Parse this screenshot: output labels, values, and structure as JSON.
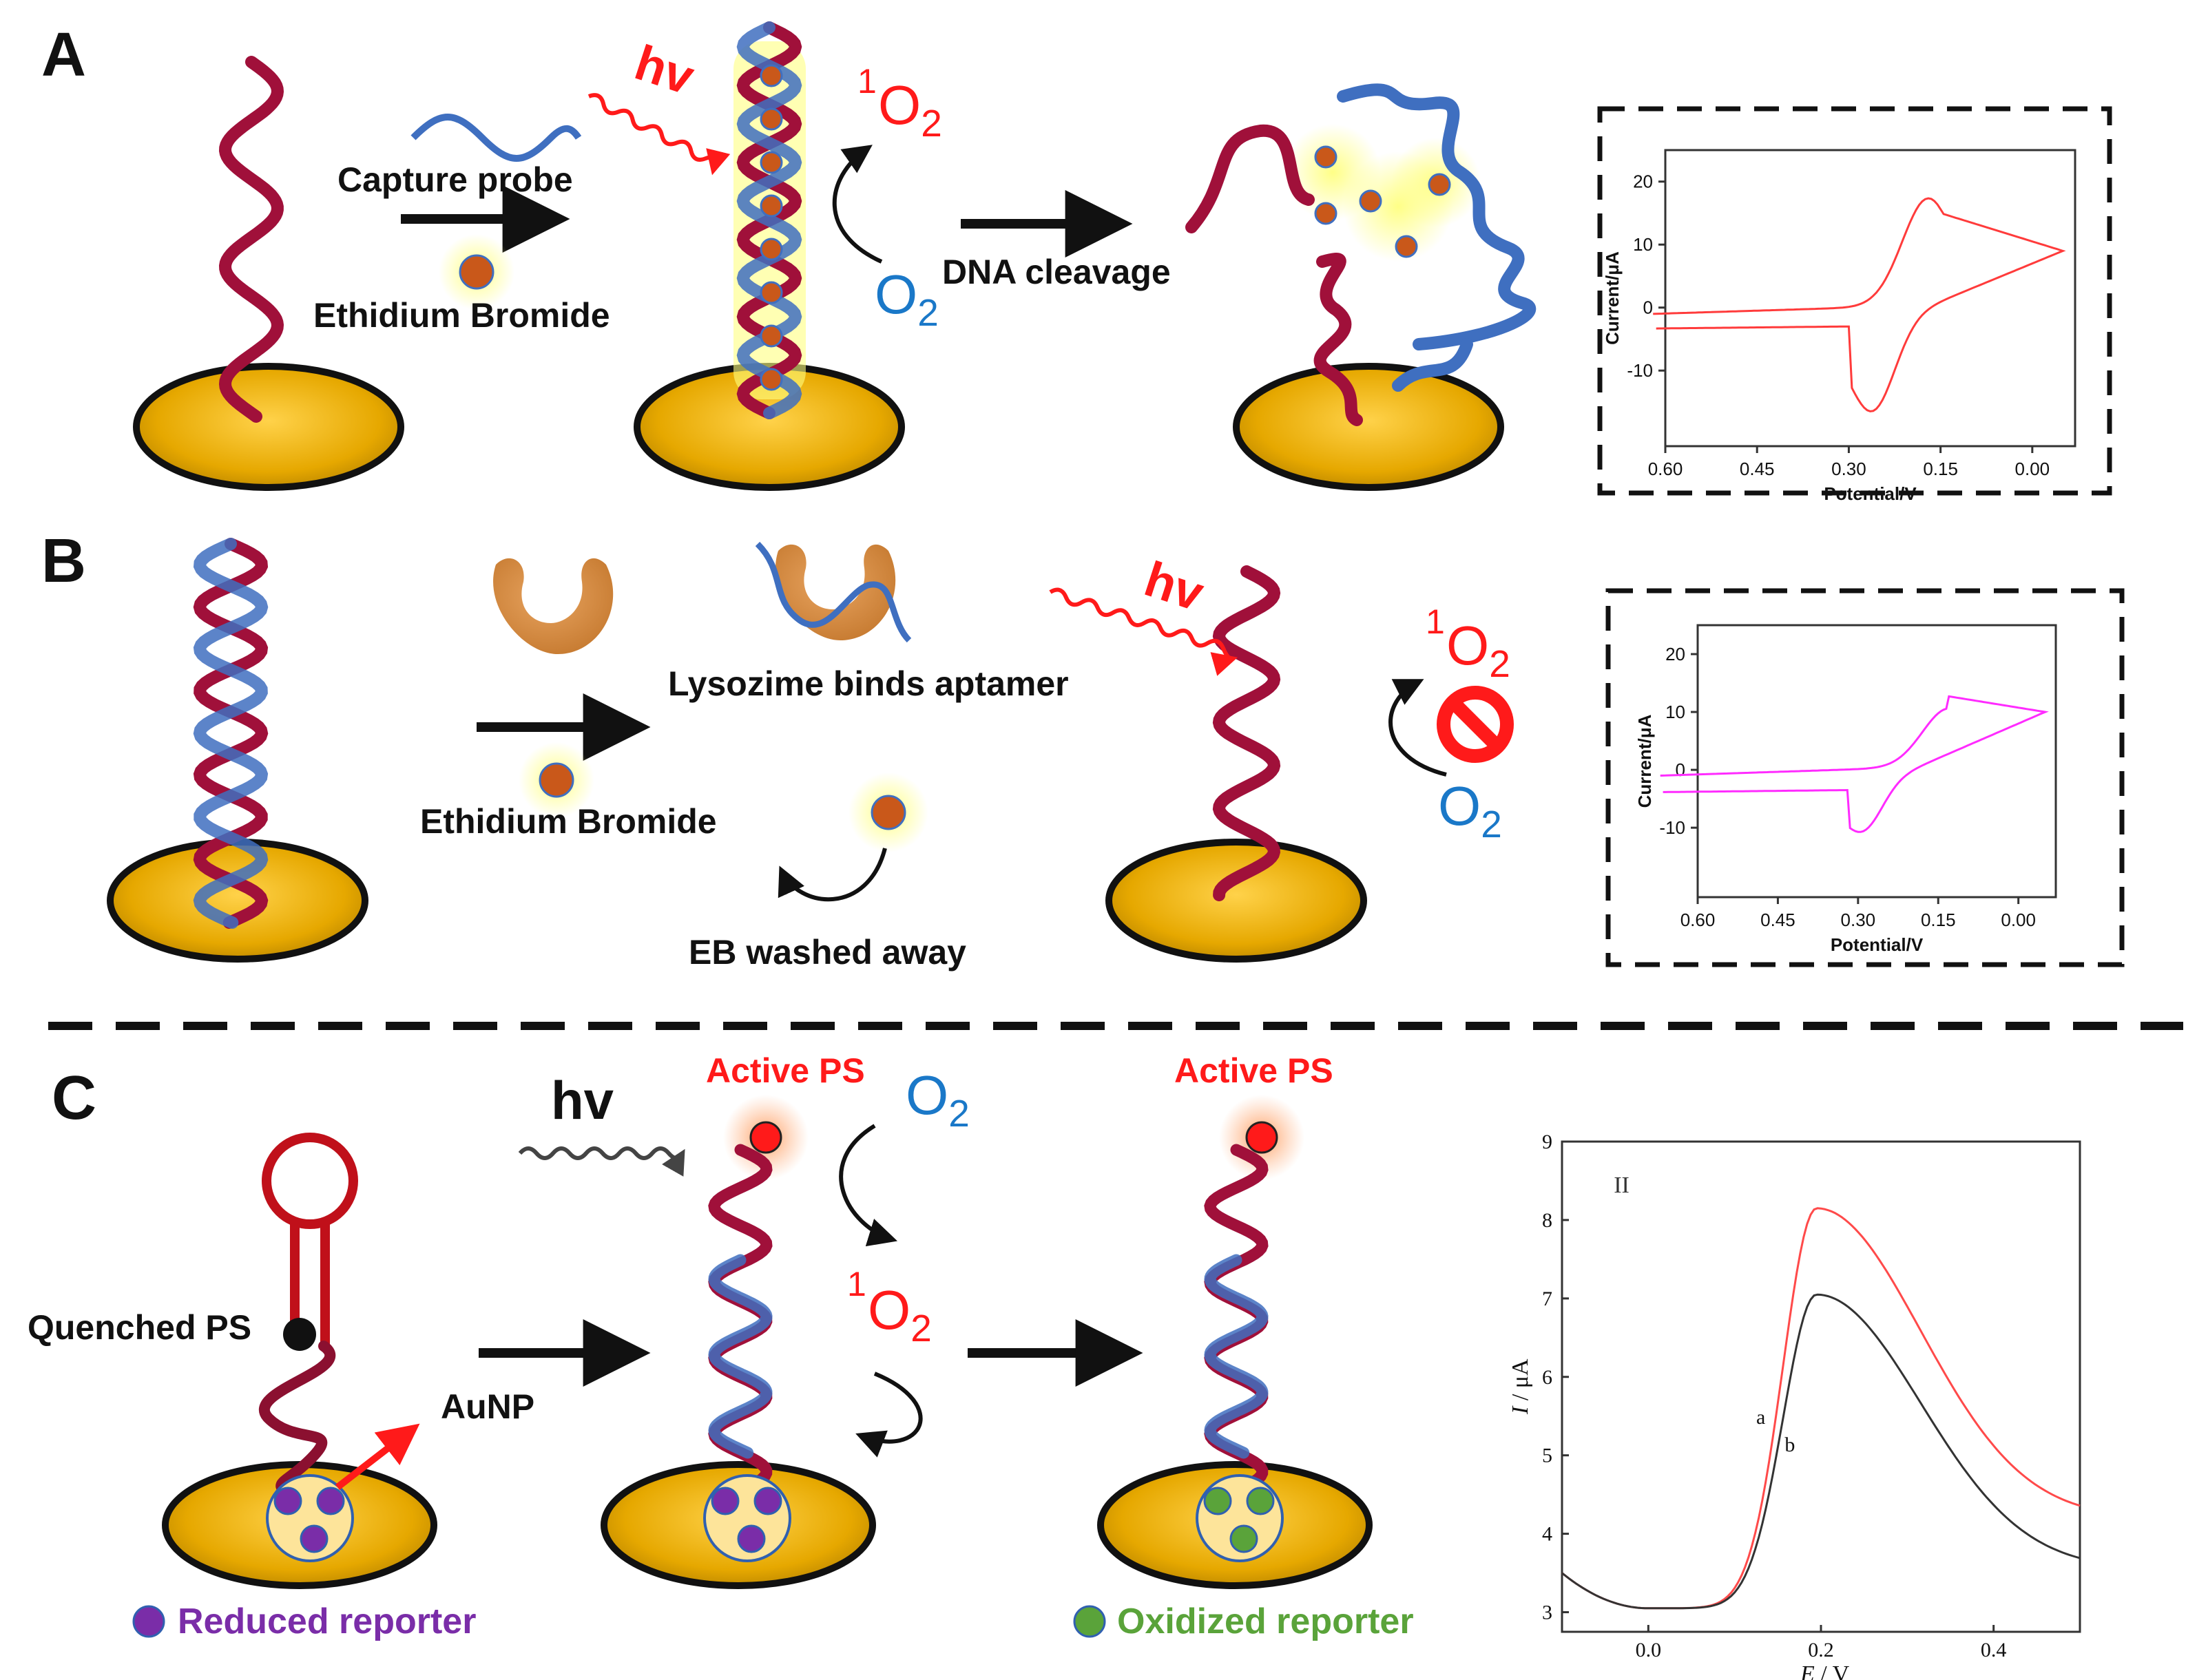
{
  "panels": {
    "a": {
      "letter": "A",
      "capture_probe": "Capture probe",
      "ethidium_bromide": "Ethidium Bromide",
      "hv": "hv",
      "singlet_o2_sup": "1",
      "singlet_o2": "O2",
      "o2": "O2",
      "dna_cleavage": "DNA cleavage",
      "cv": {
        "ylabel": "Current/μA",
        "xlabel": "Potential/V",
        "yticks": [
          "20",
          "10",
          "0",
          "-10"
        ],
        "xticks": [
          "0.60",
          "0.45",
          "0.30",
          "0.15",
          "0.00"
        ],
        "color": "#ff3b3b"
      }
    },
    "b": {
      "letter": "B",
      "lysozyme_binds_aptamer": "Lysozime binds aptamer",
      "ethidium_bromide": "Ethidium Bromide",
      "eb_washed_away": "EB washed away",
      "hv": "hv",
      "singlet_o2_sup": "1",
      "singlet_o2": "O2",
      "o2": "O2",
      "cv": {
        "ylabel": "Current/μA",
        "xlabel": "Potential/V",
        "yticks": [
          "20",
          "10",
          "0",
          "-10"
        ],
        "xticks": [
          "0.60",
          "0.45",
          "0.30",
          "0.15",
          "0.00"
        ],
        "color": "#ff2bff"
      }
    },
    "c": {
      "letter": "C",
      "hv": "hv",
      "active_ps_1": "Active PS",
      "active_ps_2": "Active PS",
      "o2": "O2",
      "singlet_o2_sup": "1",
      "singlet_o2": "O2",
      "quenched_ps": "Quenched PS",
      "aunp": "AuNP",
      "legend_reduced": "Reduced reporter",
      "legend_oxidized": "Oxidized reporter",
      "dpv": {
        "roman": "II",
        "ylabel_i": "I",
        "ylabel_unit": " / μA",
        "xlabel_e": "E",
        "xlabel_unit": " / V",
        "yticks": [
          "9",
          "8",
          "7",
          "6",
          "5",
          "4",
          "3"
        ],
        "xticks": [
          "0.0",
          "0.2",
          "0.4"
        ],
        "curve_a_label": "a",
        "curve_b_label": "b",
        "color_a": "#ff4a4a",
        "color_b": "#333333"
      }
    }
  },
  "colors": {
    "dna_red": "#a0103a",
    "dna_blue": "#3f6fc0",
    "gold": "#f0b400",
    "eb_dot": "#c9581a",
    "red_text": "#ff1a1a",
    "blue_text": "#1a78c8",
    "purple": "#7a2da8",
    "green": "#5aa33a"
  }
}
